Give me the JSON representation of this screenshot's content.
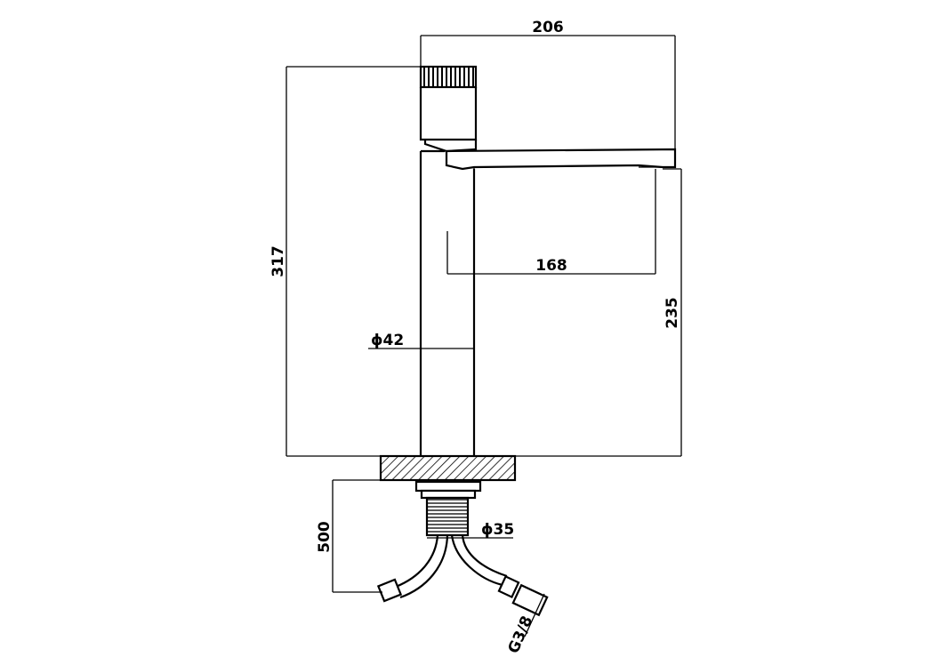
{
  "dimensions": {
    "overall_width": "206",
    "spout_reach": "168",
    "overall_height": "317",
    "spout_height": "235",
    "body_diameter": "ϕ42",
    "shank_diameter": "ϕ35",
    "hose_length": "500",
    "connection_thread": "G3/8"
  },
  "colors": {
    "line": "#000000",
    "background": "#ffffff"
  }
}
